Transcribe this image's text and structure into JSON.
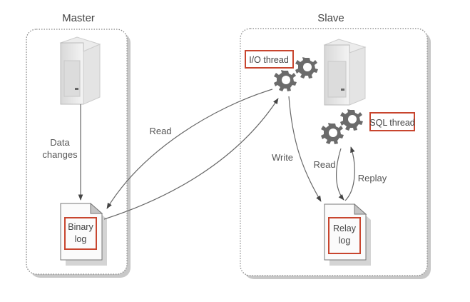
{
  "master": {
    "title": "Master",
    "data_changes_line1": "Data",
    "data_changes_line2": "changes",
    "binary_log_line1": "Binary",
    "binary_log_line2": "log"
  },
  "slave": {
    "title": "Slave",
    "io_thread": "I/O thread",
    "sql_thread": "SQL thread",
    "relay_log_line1": "Relay",
    "relay_log_line2": "log",
    "write_label": "Write",
    "read_label": "Read",
    "replay_label": "Replay"
  },
  "network": {
    "read_label": "Read"
  },
  "colors": {
    "highlight": "#c8452e",
    "line": "#666666",
    "gear": "#6b6b6b"
  }
}
